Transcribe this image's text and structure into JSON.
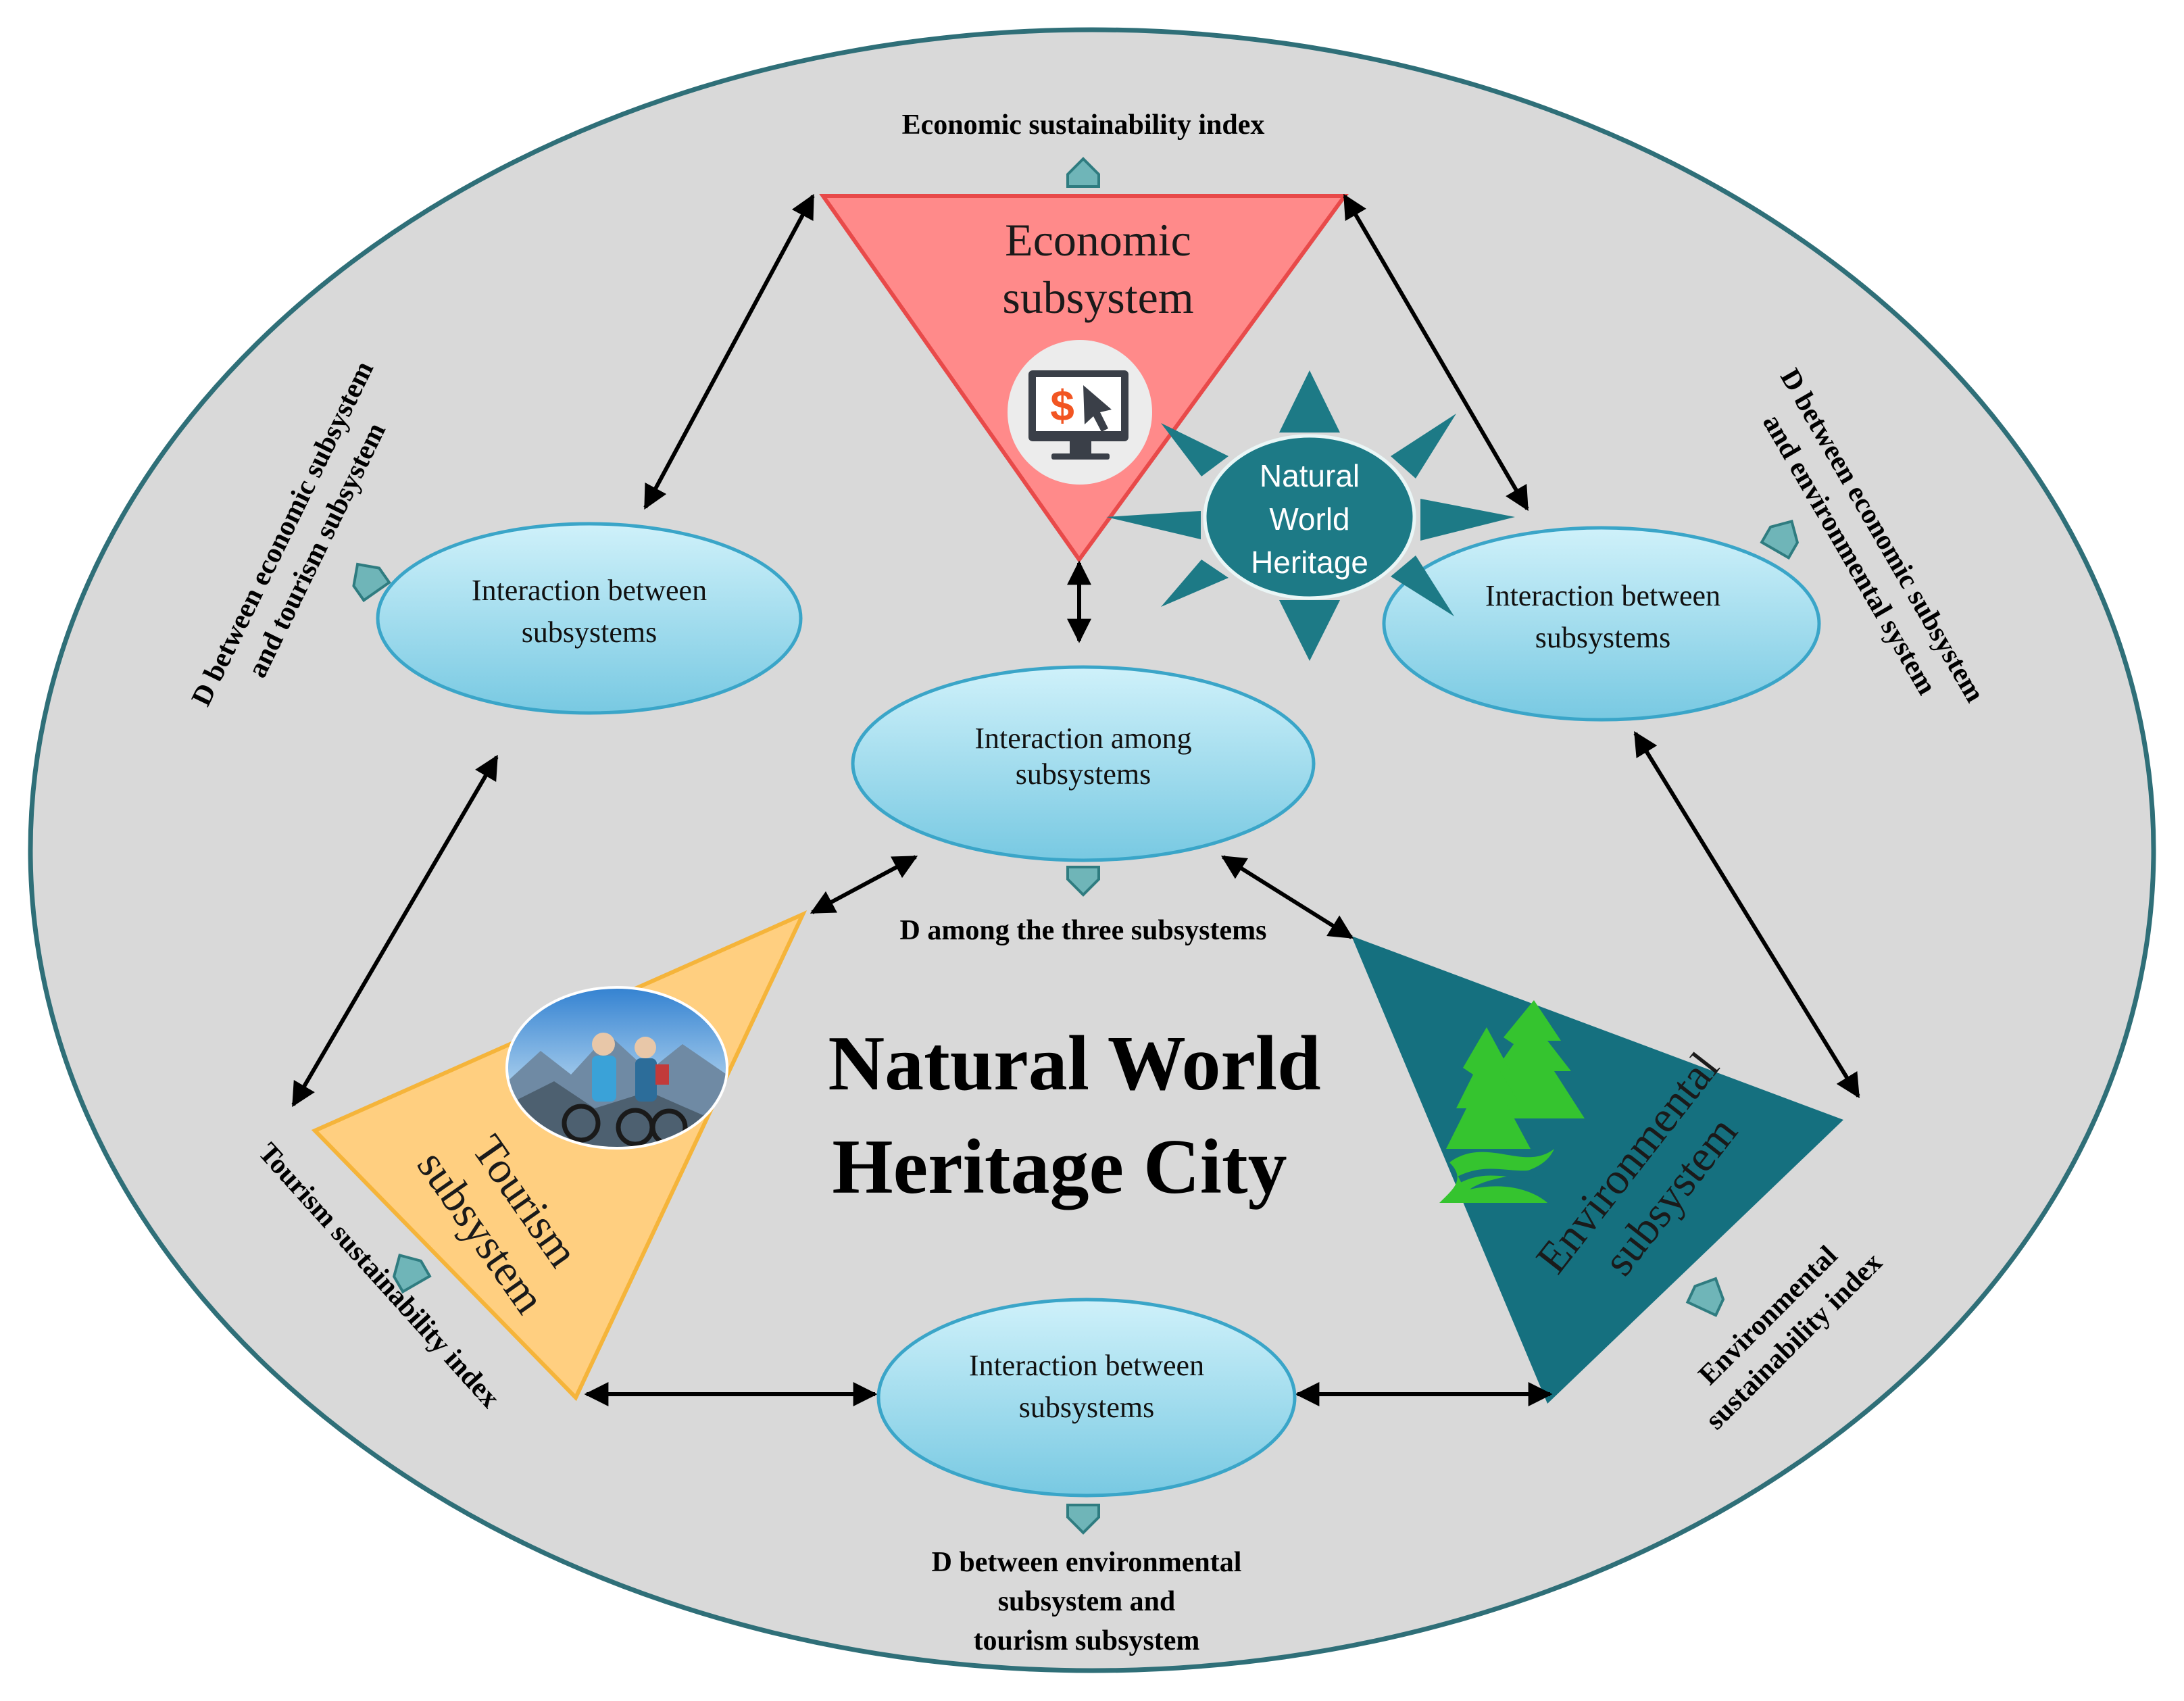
{
  "colors": {
    "background": "#d9d9d9",
    "outline": "#2f6f78",
    "economic_fill": "#ff8a8a",
    "economic_stroke": "#e84a4a",
    "tourism_fill": "#ffcf7f",
    "tourism_stroke": "#f5b43a",
    "environmental_fill": "#15707f",
    "ellipse_fill_top": "#c8eef8",
    "ellipse_fill_bottom": "#7ccde6",
    "ellipse_stroke": "#3aa5c8",
    "heritage_teal": "#1d7a86",
    "marker": "#6fb5b8",
    "forest_green": "#35c42f"
  },
  "labels": {
    "economic_index": "Economic sustainability index",
    "economic_subsystem": [
      "Economic",
      "subsystem"
    ],
    "tourism_subsystem": [
      "Tourism",
      "subsystem"
    ],
    "environmental_subsystem": [
      "Environmental",
      "subsystem"
    ],
    "natural_world_heritage": [
      "Natural",
      "World",
      "Heritage"
    ],
    "city_title": [
      "Natural World",
      "Heritage City"
    ],
    "interaction_between": [
      "Interaction between",
      "subsystems"
    ],
    "interaction_among": [
      "Interaction among",
      "subsystems"
    ],
    "d_among": "D among the three subsystems",
    "d_econ_tourism": [
      "D between economic subsystem",
      "and tourism subsystem"
    ],
    "d_econ_env": [
      "D between economic subsystem",
      "and environmental system"
    ],
    "tourism_index": "Tourism sustainability index",
    "environmental_index": [
      "Environmental",
      "sustainability index"
    ],
    "d_env_tourism": [
      "D between environmental",
      "subsystem and",
      "tourism subsystem"
    ]
  },
  "icons": {
    "economic": "computer-dollar-cursor-icon",
    "tourism": "mountain-bikers-photo",
    "environmental": "forest-river-icon",
    "heritage": "sun-burst-icon",
    "index_marker": "pentagon-marker-icon"
  }
}
